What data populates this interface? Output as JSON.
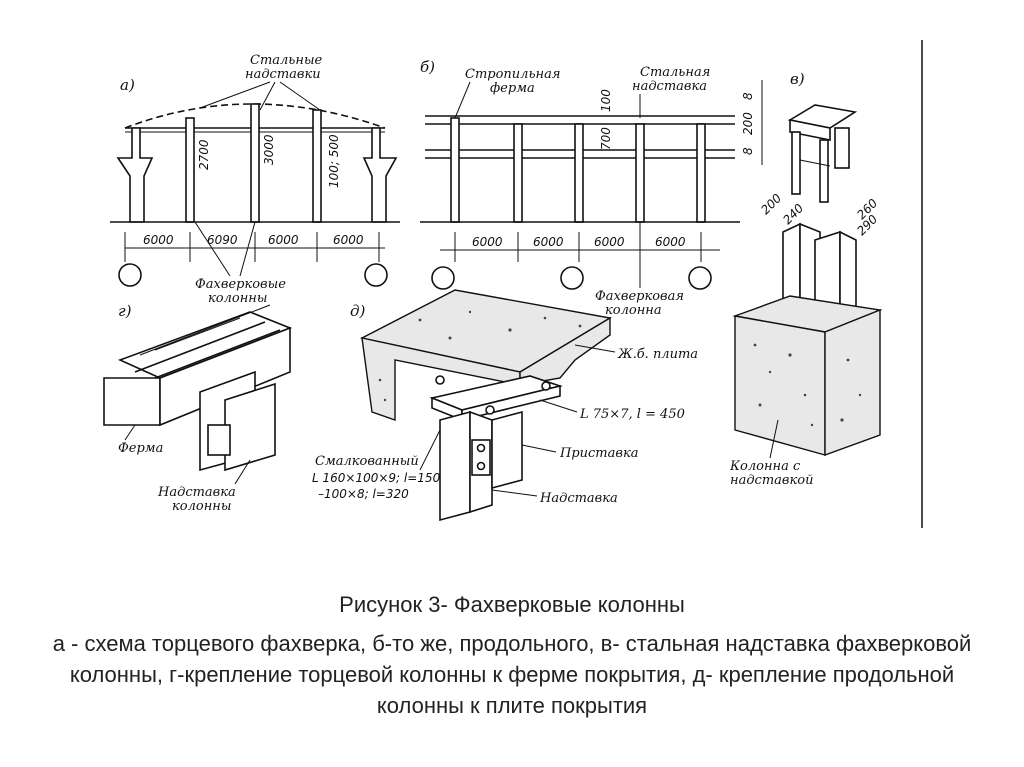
{
  "figure": {
    "panel_a": {
      "letter": "а)",
      "label_steel_ext": [
        "Стальные",
        "надставки"
      ],
      "dims_h": [
        "2700",
        "3000",
        "100; 500"
      ],
      "spans": [
        "6000",
        "6090",
        "6000",
        "6000"
      ],
      "label_columns": [
        "Фахверковые",
        "колонны"
      ]
    },
    "panel_b": {
      "letter": "б)",
      "label_truss": [
        "Стропильная",
        "ферма"
      ],
      "label_steel_ext": [
        "Стальная",
        "надставка"
      ],
      "dims_h": [
        "100",
        "700"
      ],
      "spans": [
        "6000",
        "6000",
        "6000",
        "6000"
      ],
      "label_column": [
        "Фахверковая",
        "колонна"
      ]
    },
    "panel_v": {
      "letter": "в)",
      "dims": [
        "8",
        "200",
        "8",
        "200",
        "240",
        "260",
        "290"
      ],
      "label_column": [
        "Колонна с",
        "надставкой"
      ]
    },
    "panel_g": {
      "letter": "г)",
      "label_truss": "Ферма",
      "label_ext": [
        "Надставка",
        "колонны"
      ]
    },
    "panel_d": {
      "letter": "д)",
      "label_slab": "Ж.б. плита",
      "label_angle": "L 75×7, l = 450",
      "label_prist": "Приставка",
      "label_nadst": "Надставка",
      "label_smalk": [
        "Смалкованный",
        "L 160×100×9; l=150",
        "–100×8; l=320"
      ]
    }
  },
  "caption": {
    "title": "Рисунок 3-  Фахверковые колонны",
    "text": "а - схема торцевого фахверка, б-то же, продольного, в- стальная надставка фахверковой колонны, г-крепление торцевой колонны к ферме покрытия, д- крепление продольной колонны к плите покрытия"
  }
}
